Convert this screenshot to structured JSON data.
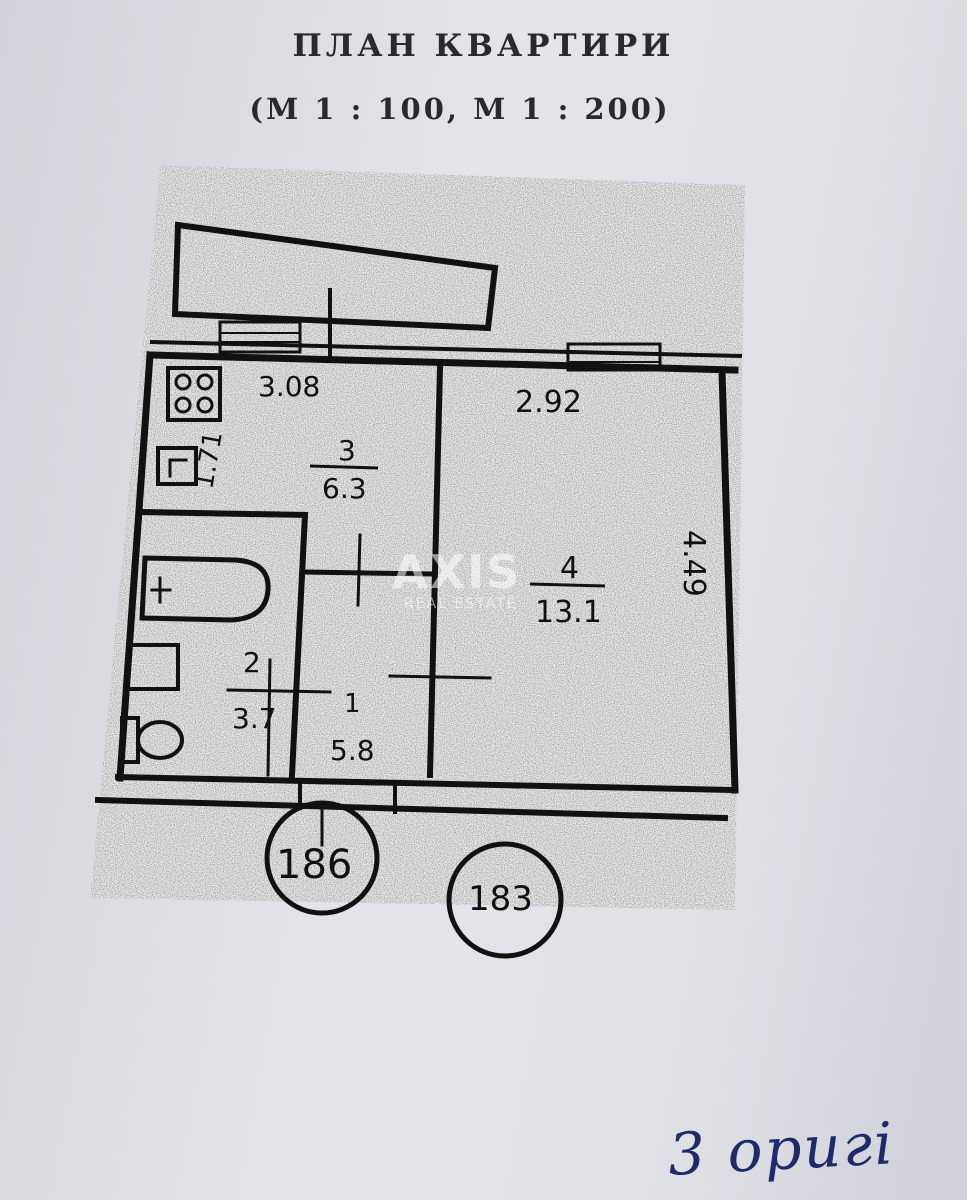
{
  "document": {
    "title": "ПЛАН КВАРТИРИ",
    "scale": "(М 1 : 100, М 1 : 200)"
  },
  "plan": {
    "dimensions": {
      "kitchen_width": "3.08",
      "room_width": "2.92",
      "room_length": "4.49",
      "kitchen_side": "1.71"
    },
    "rooms": [
      {
        "number": "3",
        "area": "6.3"
      },
      {
        "number": "4",
        "area": "13.1"
      },
      {
        "number": "2",
        "area": "3.7"
      },
      {
        "number": "1",
        "area": "5.8"
      }
    ],
    "building_markers": [
      "186",
      "183"
    ]
  },
  "watermark": {
    "text": "AXIS",
    "sub": "REAL ESTATE"
  },
  "handwritten_note": "3 оригі"
}
